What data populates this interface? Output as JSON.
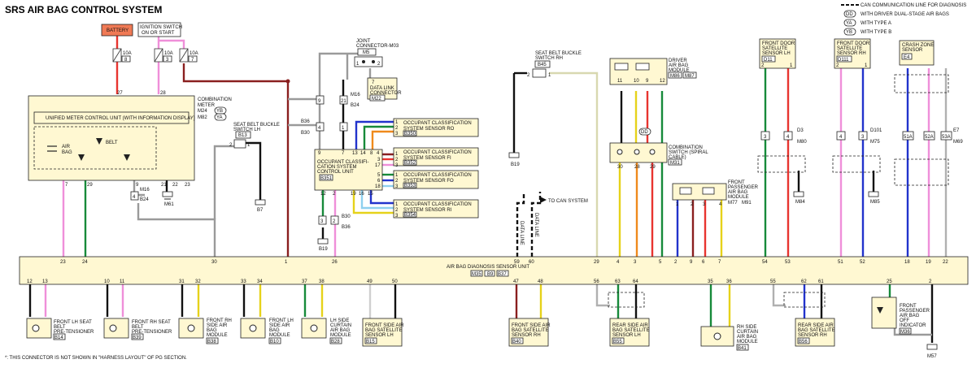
{
  "title": "SRS AIR BAG CONTROL SYSTEM",
  "footnote": "*: THIS CONNECTOR IS NOT SHOWN IN \"HARNESS LAYOUT\" OF PG SECTION.",
  "legend": {
    "can_line": "CAN COMMUNICATION LINE FOR DIAGNOSIS",
    "dd": {
      "code": "DD",
      "text": "WITH DRIVER DUAL-STAGE AIR BAGS"
    },
    "ya": {
      "code": "YA",
      "text": "WITH TYPE A"
    },
    "yb": {
      "code": "YB",
      "text": "WITH TYPE B"
    }
  },
  "power": {
    "battery": "BATTERY",
    "ignition_l1": "IGNITION SWITCH",
    "ignition_l2": "ON OR START",
    "fuses": [
      {
        "amp": "10A",
        "no": "8"
      },
      {
        "amp": "10A",
        "no": "3"
      },
      {
        "amp": "10A",
        "no": "7"
      }
    ]
  },
  "meter": {
    "label_l1": "COMBINATION",
    "label_l2": "METER",
    "conn1": "M24",
    "conn1_tag": "YB",
    "conn2": "M82",
    "conn2_tag": "YA",
    "unit": "UNIFIED METER CONTROL UNIT (WITH INFORMATION DISPLAY)",
    "airbag_l1": "AIR",
    "airbag_l2": "BAG",
    "belt": "BELT",
    "pin_in1": "27",
    "pin_in2": "28",
    "pins_out": [
      "7",
      "29",
      "9",
      "21",
      "22",
      "23"
    ],
    "ground": "M61"
  },
  "joint": {
    "label_l1": "JOINT",
    "label_l2": "CONNECTOR-M03",
    "conn": "M5",
    "pins": [
      "1",
      "2"
    ],
    "dlc_pin": "7",
    "dlc_l1": "DATA LINK",
    "dlc_l2": "CONNECTOR",
    "dlc_conn": "M22"
  },
  "splices": {
    "s9": "9",
    "s21": "21",
    "s4": "4",
    "s1": "1",
    "m16": "M16",
    "b24": "B24",
    "b36": "B36",
    "b30": "B30",
    "m16b": "M16",
    "b24b": "B24",
    "p4": "4",
    "s2": "2",
    "s3": "3",
    "b36b": "B36",
    "b30b": "B30"
  },
  "seatbelt_lh": {
    "l1": "SEAT BELT BUCKLE",
    "l2": "SWITCH LH",
    "conn": "B13",
    "pins": [
      "2",
      "1"
    ],
    "ground": "B7"
  },
  "seatbelt_rh": {
    "l1": "SEAT BELT BUCKLE",
    "l2": "SWITCH RH",
    "conn": "B45",
    "pins": [
      "2",
      "1"
    ],
    "ground": "B19"
  },
  "occ_unit": {
    "l1": "OCCUPANT CLASSIFI-",
    "l2": "CATION SYSTEM",
    "l3": "CONTROL UNIT",
    "conn": "B351",
    "top_pins": [
      "9",
      "7",
      "13",
      "14",
      "8",
      "4"
    ],
    "right_pins": [
      "1",
      "3",
      "17",
      "5",
      "6",
      "18"
    ],
    "bottom_pins": [
      "12",
      "2",
      "19",
      "16",
      "15"
    ],
    "ground": "B19"
  },
  "occ_sensors": [
    {
      "l1": "OCCUPANT CLASSIFICATION",
      "l2": "SYSTEM SENSOR RO",
      "conn": "B350",
      "pins": [
        "1",
        "2",
        "3"
      ]
    },
    {
      "l1": "OCCUPANT CLASSIFICATION",
      "l2": "SYSTEM SENSOR FI",
      "conn": "B352",
      "pins": [
        "1",
        "2",
        "3"
      ]
    },
    {
      "l1": "OCCUPANT CLASSIFICATION",
      "l2": "SYSTEM SENSOR FO",
      "conn": "B353",
      "pins": [
        "1",
        "2",
        "3"
      ]
    },
    {
      "l1": "OCCUPANT CLASSIFICATION",
      "l2": "SYSTEM SENSOR RI",
      "conn": "B354",
      "pins": [
        "1",
        "2",
        "3"
      ]
    }
  ],
  "can": {
    "to": "TO CAN SYSTEM",
    "data_line": "DATA LINE"
  },
  "driver_airbag": {
    "l1": "DRIVER",
    "l2": "AIR BAG",
    "l3": "MODULE",
    "conn": "M86",
    "conn2": "M87",
    "pins": [
      "11",
      "10",
      "9",
      "12"
    ]
  },
  "spiral": {
    "l1": "COMBINATION",
    "l2": "SWITCH (SPIRAL",
    "l3": "CABLE)",
    "conn": "M31",
    "pins": [
      "30",
      "28",
      "29"
    ],
    "tag": "DD"
  },
  "pass_airbag": {
    "l1": "FRONT",
    "l2": "PASSENGER",
    "l3": "AIR BAG",
    "l4": "MODULE",
    "conn1": "M77",
    "conn2": "M91",
    "pins": [
      "1",
      "2",
      "3",
      "4"
    ]
  },
  "door_lh": {
    "l1": "FRONT DOOR",
    "l2": "SATELLITE",
    "l3": "SENSOR LH",
    "conn": "D11",
    "pins": [
      "2",
      "1"
    ],
    "spl": "3",
    "spl2": "4",
    "c1": "D3",
    "c2": "M80",
    "ground": "M84"
  },
  "door_rh": {
    "l1": "FRONT DOOR",
    "l2": "SATELLITE",
    "l3": "SENSOR RH",
    "conn": "D111",
    "pins": [
      "2",
      "1"
    ],
    "spl": "4",
    "spl2": "3",
    "c1": "D101",
    "c2": "M75",
    "ground": "M85"
  },
  "crash": {
    "l1": "CRASH ZONE",
    "l2": "SENSOR",
    "conn": "E4",
    "spl1": "51A",
    "spl2": "52A",
    "spl3": "53A",
    "c1": "E7",
    "c2": "M69"
  },
  "asu": {
    "label": "AIR BAG DIAGNOSIS SENSOR UNIT",
    "conns": [
      "M35",
      "B9",
      "B37"
    ],
    "top_pins": [
      "23",
      "24",
      "30",
      "1",
      "26",
      "59",
      "60",
      "29",
      "4",
      "3",
      "5",
      "2",
      "9",
      "6",
      "7",
      "54",
      "53",
      "51",
      "52",
      "18",
      "19",
      "22"
    ],
    "bottom_pins": [
      "12",
      "13",
      "10",
      "11",
      "31",
      "32",
      "33",
      "34",
      "37",
      "38",
      "49",
      "50",
      "47",
      "48",
      "56",
      "63",
      "64",
      "35",
      "36",
      "55",
      "62",
      "61",
      "25",
      "2"
    ]
  },
  "bottom": [
    {
      "l1": "FRONT LH SEAT",
      "l2": "BELT",
      "l3": "PRE-TENSIONER",
      "conn": "B14"
    },
    {
      "l1": "FRONT RH SEAT",
      "l2": "BELT",
      "l3": "PRE-TENSIONER",
      "conn": "B39"
    },
    {
      "l1": "FRONT RH",
      "l2": "SIDE AIR",
      "l3": "BAG",
      "l4": "MODULE",
      "conn": "B38"
    },
    {
      "l1": "FRONT LH",
      "l2": "SIDE AIR",
      "l3": "BAG",
      "l4": "MODULE",
      "conn": "B10"
    },
    {
      "l1": "LH SIDE",
      "l2": "CURTAIN",
      "l3": "AIR BAG",
      "l4": "MODULE",
      "conn": "B28"
    },
    {
      "l1": "FRONT SIDE AIR",
      "l2": "BAG SATELLITE",
      "l3": "SENSOR LH",
      "conn": "B15"
    },
    {
      "l1": "FRONT SIDE AIR",
      "l2": "BAG SATELLITE",
      "l3": "SENSOR RH",
      "conn": "B40"
    },
    {
      "l1": "REAR SIDE AIR",
      "l2": "BAG SATELLITE",
      "l3": "SENSOR LH",
      "conn": "B55"
    },
    {
      "l1": "RH SIDE",
      "l2": "CURTAIN",
      "l3": "AIR BAG",
      "l4": "MODULE",
      "conn": "B41"
    },
    {
      "l1": "REAR SIDE AIR",
      "l2": "BAG SATELLITE",
      "l3": "SENSOR RH",
      "conn": "B56"
    },
    {
      "l1": "FRONT",
      "l2": "PASSENGER",
      "l3": "AIR BAG",
      "l4": "OFF",
      "l5": "INDICATOR",
      "conn": "M36",
      "ground": "M57"
    }
  ],
  "colors": {
    "red": "#e8342f",
    "darkred": "#8a1f1f",
    "green": "#178a3a",
    "pink": "#ef8fd9",
    "gray": "#9a9a9a",
    "blue": "#2233cc",
    "yellow": "#e6d21a",
    "orange": "#ef8a1c",
    "ltblue": "#8fd0ef",
    "black": "#111111",
    "box": "#fff8d2",
    "battery": "#f07a55"
  }
}
